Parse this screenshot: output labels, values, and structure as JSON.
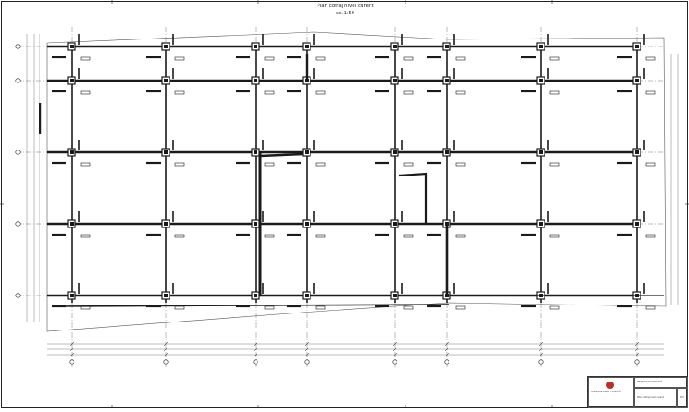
{
  "drawing": {
    "title": "Plan cofraj nivel curent",
    "scale": "sc. 1:50"
  },
  "title_block": {
    "institution": "UNIVERSITATEA TEHNICĂ",
    "project": "PROIECT DE DIPLOMĂ",
    "sheet_name": "Plan cofraj nivel curent",
    "sheet_no": "P.3"
  },
  "colors": {
    "line": "#1a1a1a",
    "thin": "#555555",
    "logo": "#b8322a"
  }
}
